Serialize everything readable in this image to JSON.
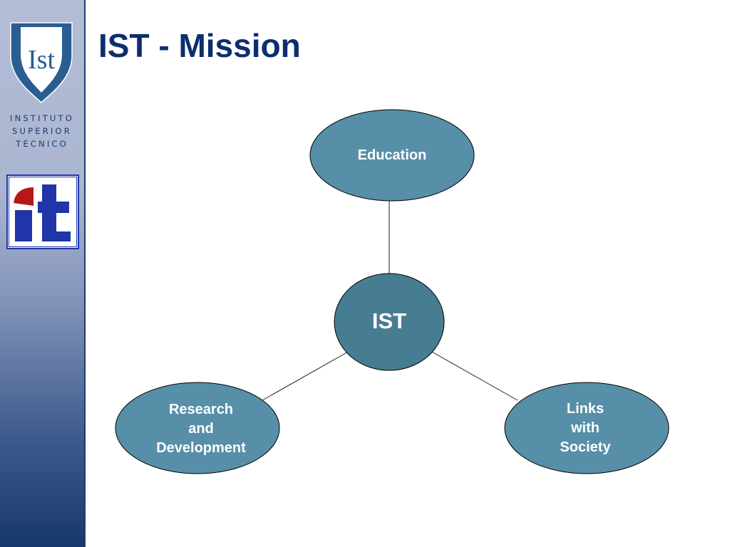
{
  "logo": {
    "line1": "INSTITUTO",
    "line2": "SUPERIOR",
    "line3": "TÉCNICO",
    "shield_text": "Ist",
    "it_text": "it"
  },
  "title": "IST - Mission",
  "nodes": {
    "center": "IST",
    "education": "Education",
    "research": [
      "Research",
      "and",
      "Development"
    ],
    "links": [
      "Links",
      "with",
      "Society"
    ]
  },
  "colors": {
    "node_fill": "#578fa8",
    "center_fill": "#477d91",
    "title": "#0d2e6e"
  }
}
